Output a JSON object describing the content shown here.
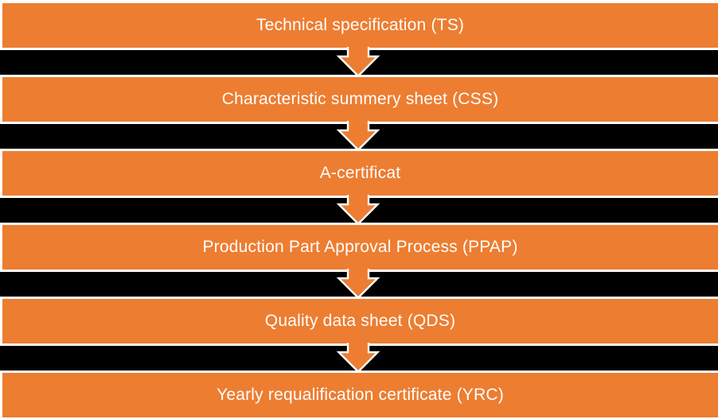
{
  "diagram": {
    "type": "process-flow",
    "direction": "top-down",
    "steps": [
      {
        "label": "Technical specification (TS)"
      },
      {
        "label": "Characteristic summery sheet (CSS)"
      },
      {
        "label": "A-certificat"
      },
      {
        "label": "Production Part Approval Process (PPAP)"
      },
      {
        "label": "Quality data sheet (QDS)"
      },
      {
        "label": "Yearly requalification certificate (YRC)"
      }
    ],
    "connector_icon": "down-arrow"
  },
  "colors": {
    "box-fill": "#ED7D31",
    "band-fill": "#000000",
    "page-bg": "#FFFFFF",
    "label-color": "#FFFFFF",
    "arrow-outline": "#FFFFFF"
  }
}
